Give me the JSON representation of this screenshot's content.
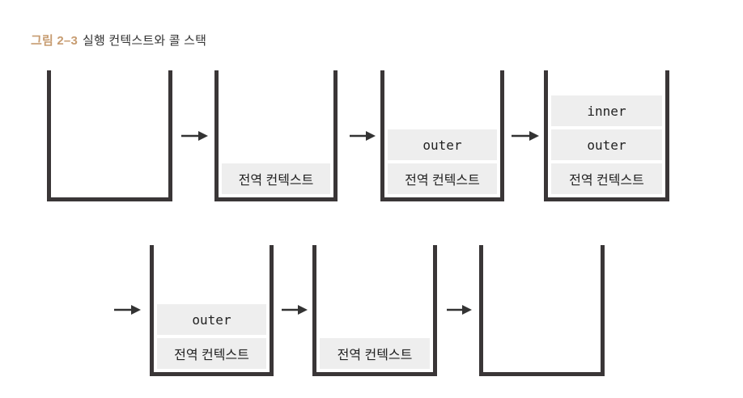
{
  "caption": {
    "figure_label": "그림 2–3",
    "title": "실행 컨텍스트와 콜 스택"
  },
  "colors": {
    "accent_figure_label": "#c79c71",
    "caption_text": "#333333",
    "stack_wall": "#3a3637",
    "frame_background": "#eeeeee",
    "frame_text": "#222222",
    "arrow": "#333333"
  },
  "icons": {
    "arrow": "right-arrow"
  },
  "diagram": {
    "rows": [
      {
        "stacks": [
          {
            "id": "stack-1",
            "boxes": []
          },
          {
            "id": "stack-2",
            "boxes": [
              {
                "label": "전역 컨텍스트",
                "type": "korean"
              }
            ]
          },
          {
            "id": "stack-3",
            "boxes": [
              {
                "label": "outer",
                "type": "code"
              },
              {
                "label": "전역 컨텍스트",
                "type": "korean"
              }
            ]
          },
          {
            "id": "stack-4",
            "boxes": [
              {
                "label": "inner",
                "type": "code"
              },
              {
                "label": "outer",
                "type": "code"
              },
              {
                "label": "전역 컨텍스트",
                "type": "korean"
              }
            ]
          }
        ]
      },
      {
        "stacks": [
          {
            "id": "stack-5",
            "boxes": [
              {
                "label": "outer",
                "type": "code"
              },
              {
                "label": "전역 컨텍스트",
                "type": "korean"
              }
            ]
          },
          {
            "id": "stack-6",
            "boxes": [
              {
                "label": "전역 컨텍스트",
                "type": "korean"
              }
            ]
          },
          {
            "id": "stack-7",
            "boxes": []
          }
        ]
      }
    ]
  }
}
